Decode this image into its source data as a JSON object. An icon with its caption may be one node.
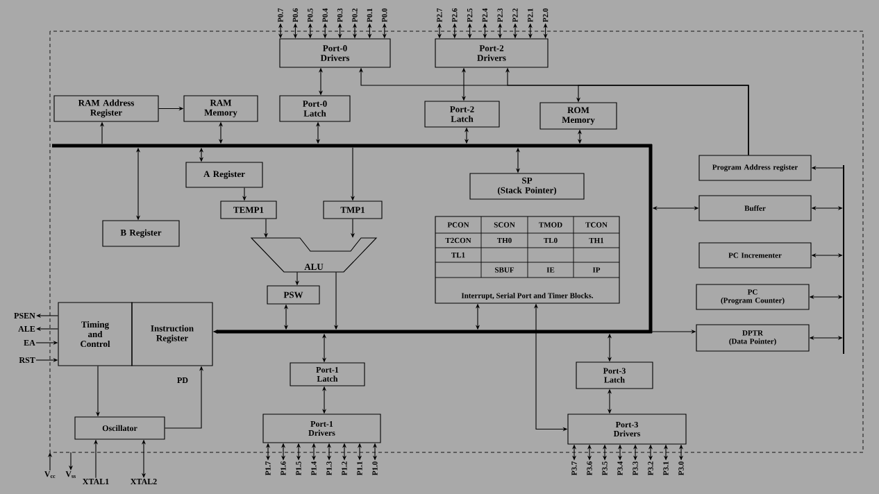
{
  "diagram": {
    "nodes": [
      {
        "text": [
          "Port-0 Drivers"
        ]
      },
      {
        "text": [
          "Port-2 Drivers"
        ]
      },
      {
        "text": [
          "RAM Address Register"
        ]
      },
      {
        "text": [
          "RAM Memory"
        ]
      },
      {
        "text": [
          "Port-0 Latch"
        ]
      },
      {
        "text": [
          "Port-2 Latch"
        ]
      },
      {
        "text": [
          "ROM Memory"
        ]
      },
      {
        "text": [],
        "shape": "bar"
      },
      {
        "text": [
          "A Register"
        ]
      },
      {
        "text": [
          "SP",
          "(Stack Pointer)"
        ]
      },
      {
        "text": [
          "Program Address register"
        ]
      },
      {
        "text": [
          "TEMP1"
        ]
      },
      {
        "text": [
          "TMP1"
        ]
      },
      {
        "text": [
          "B Register"
        ]
      },
      {
        "text": [
          "Buffer"
        ]
      },
      {
        "text": [
          "Interrupt, Serial Port and Timer Blocks."
        ]
      },
      {
        "text": [
          "ALU"
        ]
      },
      {
        "text": [
          "PC Incrementer"
        ]
      },
      {
        "text": [
          "PSW"
        ]
      },
      {
        "text": [
          "PC",
          "(Program Counter)"
        ]
      },
      {
        "text": [
          "Timing and Control"
        ]
      },
      {
        "text": [
          "Instruction Register"
        ]
      },
      {
        "text": [
          "DPTR",
          "(Data Pointer)"
        ]
      },
      {
        "text": [],
        "shape": "bar"
      },
      {
        "text": [],
        "shape": "bar"
      },
      {
        "text": [],
        "shape": "bar"
      },
      {
        "text": [
          "Port-1 Latch"
        ]
      },
      {
        "text": [
          "Port-3 Latch"
        ]
      },
      {
        "text": [
          "Oscillator"
        ]
      },
      {
        "text": [
          "Port-1 Drivers"
        ]
      },
      {
        "text": [
          "Port-3 Drivers"
        ]
      },
      {
        "text": [
          "P0.7"
        ]
      },
      {
        "text": [
          "P0.6"
        ]
      },
      {
        "text": [
          "P0.5"
        ]
      },
      {
        "text": [
          "P0.4"
        ]
      },
      {
        "text": [
          "P0.3"
        ]
      },
      {
        "text": [
          "P0.2"
        ]
      },
      {
        "text": [
          "P0.1"
        ]
      },
      {
        "text": [
          "P0.0"
        ]
      },
      {
        "text": [
          "P2.7"
        ]
      },
      {
        "text": [
          "P2.6"
        ]
      },
      {
        "text": [
          "P2.5"
        ]
      },
      {
        "text": [
          "P2.4"
        ]
      },
      {
        "text": [
          "P2.3"
        ]
      },
      {
        "text": [
          "P2.2"
        ]
      },
      {
        "text": [
          "P2.1"
        ]
      },
      {
        "text": [
          "P2.0"
        ]
      },
      {
        "text": [
          "PSEN"
        ]
      },
      {
        "text": [
          "ALE"
        ]
      },
      {
        "text": [
          "EA"
        ]
      },
      {
        "text": [
          "RST"
        ]
      },
      {
        "text": [
          "V$_{cc}$"
        ]
      },
      {
        "text": [
          "V$_{ss}$"
        ]
      },
      {
        "text": [
          "XTAL1"
        ]
      },
      {
        "text": [
          "XTAL2"
        ]
      },
      {
        "text": [
          "P1.7"
        ]
      },
      {
        "text": [
          "P1.6"
        ]
      },
      {
        "text": [
          "P1.5"
        ]
      },
      {
        "text": [
          "P1.4"
        ]
      },
      {
        "text": [
          "P1.3"
        ]
      },
      {
        "text": [
          "P1.2"
        ]
      },
      {
        "text": [
          "P1.1"
        ]
      },
      {
        "text": [
          "P1.0"
        ]
      },
      {
        "text": [
          "P3.7"
        ]
      },
      {
        "text": [
          "P3.6"
        ]
      },
      {
        "text": [
          "P3.5"
        ]
      },
      {
        "text": [
          "P3.4"
        ]
      },
      {
        "text": [
          "P3.3"
        ]
      },
      {
        "text": [
          "P3.2"
        ]
      },
      {
        "text": [
          "P3.1"
        ]
      },
      {
        "text": [
          "P3.0"
        ]
      }
    ],
    "edges": [
      {
        "from": 7,
        "to": 2,
        "arrow": "to"
      },
      {
        "from": 2,
        "to": 3,
        "arrow": "to"
      },
      {
        "from": 7,
        "to": 3,
        "arrow": "both"
      },
      {
        "from": 7,
        "to": 4,
        "arrow": "both"
      },
      {
        "from": 4,
        "to": 0,
        "arrow": "both"
      },
      {
        "from": 10,
        "to": 0,
        "arrow": "to"
      },
      {
        "from": 10,
        "to": 1,
        "arrow": "to"
      },
      {
        "from": 10,
        "to": 6,
        "arrow": "to"
      },
      {
        "from": 7,
        "to": 5,
        "arrow": "both"
      },
      {
        "from": 5,
        "to": 1,
        "arrow": "both"
      },
      {
        "from": 7,
        "to": 6,
        "arrow": "both"
      },
      {
        "from": 7,
        "to": 13,
        "arrow": "both"
      },
      {
        "from": 7,
        "to": 8,
        "arrow": "both"
      },
      {
        "from": 8,
        "to": 11,
        "arrow": "to"
      },
      {
        "from": 7,
        "to": 12,
        "arrow": "to"
      },
      {
        "from": 11,
        "to": 16,
        "arrow": "to"
      },
      {
        "from": 12,
        "to": 16,
        "arrow": "to"
      },
      {
        "from": 16,
        "to": 18,
        "arrow": "to"
      },
      {
        "from": 16,
        "to": 24,
        "arrow": "to"
      },
      {
        "from": 18,
        "to": 24,
        "arrow": "both"
      },
      {
        "from": 7,
        "to": 9,
        "arrow": "both"
      },
      {
        "from": 23,
        "to": 14,
        "arrow": "both"
      },
      {
        "from": 25,
        "to": 10,
        "arrow": "to"
      },
      {
        "from": 14,
        "to": 25,
        "arrow": "both"
      },
      {
        "from": 17,
        "to": 25,
        "arrow": "both"
      },
      {
        "from": 19,
        "to": 25,
        "arrow": "both"
      },
      {
        "from": 22,
        "to": 25,
        "arrow": "both"
      },
      {
        "from": 24,
        "to": 22,
        "arrow": "to"
      },
      {
        "from": 24,
        "to": 21,
        "arrow": "to",
        "style": "thick"
      },
      {
        "from": 15,
        "to": 24,
        "arrow": "both"
      },
      {
        "from": 15,
        "to": 30,
        "arrow": "both"
      },
      {
        "from": 24,
        "to": 26,
        "arrow": "both"
      },
      {
        "from": 26,
        "to": 29,
        "arrow": "both"
      },
      {
        "from": 24,
        "to": 27,
        "arrow": "both"
      },
      {
        "from": 27,
        "to": 30,
        "arrow": "both"
      },
      {
        "from": 20,
        "to": 28,
        "arrow": "to"
      },
      {
        "from": 28,
        "to": 21,
        "arrow": "to",
        "label": "PD"
      },
      {
        "from": 20,
        "to": 47,
        "arrow": "to"
      },
      {
        "from": 20,
        "to": 48,
        "arrow": "to"
      },
      {
        "from": 49,
        "to": 20,
        "arrow": "to"
      },
      {
        "from": 50,
        "to": 20,
        "arrow": "to"
      },
      {
        "from": 51,
        "to": null,
        "arrow": "to"
      },
      {
        "from": null,
        "to": 52,
        "arrow": "to"
      },
      {
        "from": 53,
        "to": 28,
        "arrow": "to"
      },
      {
        "from": 28,
        "to": 54,
        "arrow": "both"
      },
      {
        "from": 31,
        "to": 0,
        "arrow": "both"
      },
      {
        "from": 32,
        "to": 0,
        "arrow": "both"
      },
      {
        "from": 33,
        "to": 0,
        "arrow": "both"
      },
      {
        "from": 34,
        "to": 0,
        "arrow": "both"
      },
      {
        "from": 35,
        "to": 0,
        "arrow": "both"
      },
      {
        "from": 36,
        "to": 0,
        "arrow": "both"
      },
      {
        "from": 37,
        "to": 0,
        "arrow": "both"
      },
      {
        "from": 38,
        "to": 0,
        "arrow": "both"
      },
      {
        "from": 39,
        "to": 1,
        "arrow": "both"
      },
      {
        "from": 40,
        "to": 1,
        "arrow": "both"
      },
      {
        "from": 41,
        "to": 1,
        "arrow": "both"
      },
      {
        "from": 42,
        "to": 1,
        "arrow": "both"
      },
      {
        "from": 43,
        "to": 1,
        "arrow": "both"
      },
      {
        "from": 44,
        "to": 1,
        "arrow": "both"
      },
      {
        "from": 45,
        "to": 1,
        "arrow": "both"
      },
      {
        "from": 46,
        "to": 1,
        "arrow": "both"
      },
      {
        "from": 55,
        "to": 29,
        "arrow": "both"
      },
      {
        "from": 56,
        "to": 29,
        "arrow": "both"
      },
      {
        "from": 57,
        "to": 29,
        "arrow": "both"
      },
      {
        "from": 58,
        "to": 29,
        "arrow": "both"
      },
      {
        "from": 59,
        "to": 29,
        "arrow": "both"
      },
      {
        "from": 60,
        "to": 29,
        "arrow": "both"
      },
      {
        "from": 61,
        "to": 29,
        "arrow": "both"
      },
      {
        "from": 62,
        "to": 29,
        "arrow": "both"
      },
      {
        "from": 63,
        "to": 30,
        "arrow": "both"
      },
      {
        "from": 64,
        "to": 30,
        "arrow": "both"
      },
      {
        "from": 65,
        "to": 30,
        "arrow": "both"
      },
      {
        "from": 66,
        "to": 30,
        "arrow": "both"
      },
      {
        "from": 67,
        "to": 30,
        "arrow": "both"
      },
      {
        "from": 68,
        "to": 30,
        "arrow": "both"
      },
      {
        "from": 69,
        "to": 30,
        "arrow": "both"
      },
      {
        "from": 70,
        "to": 30,
        "arrow": "both"
      }
    ],
    "labels": [
      "PCON",
      "SCON",
      "TMOD",
      "TCON",
      "T2CON",
      "TH0",
      "TL0",
      "TH1",
      "TL1",
      "SBUF",
      "IE",
      "IP"
    ]
  }
}
